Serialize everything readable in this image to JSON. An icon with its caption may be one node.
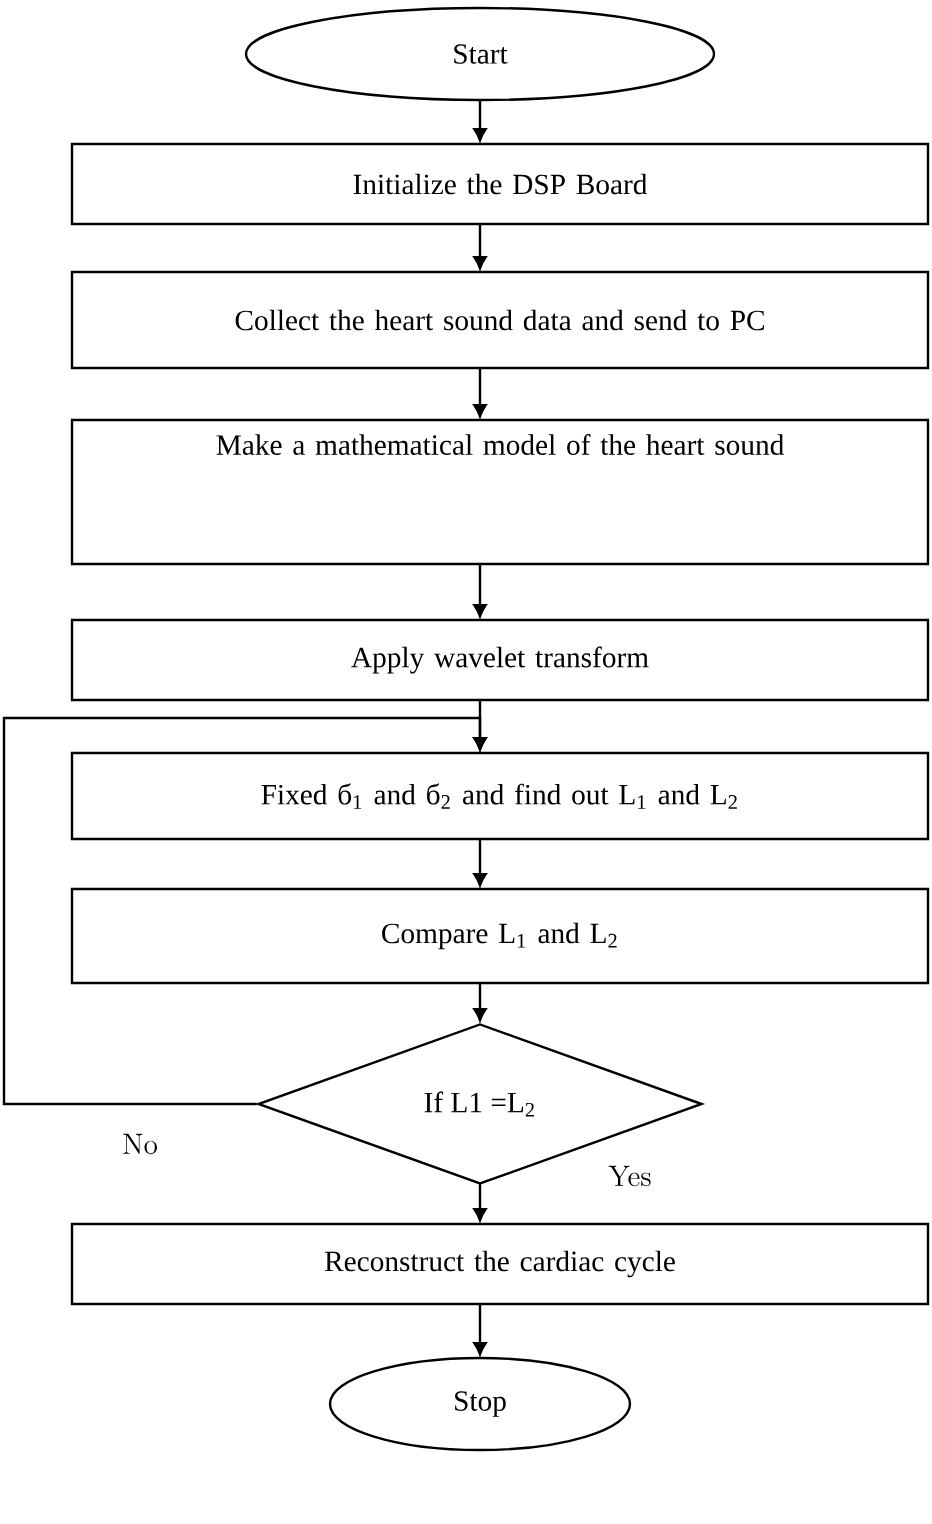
{
  "diagram": {
    "nodes": [
      {
        "text": [
          "Start"
        ]
      },
      {
        "text": [
          "Initialize the DSP Board"
        ]
      },
      {
        "text": [
          "Collect the heart sound data and send to PC"
        ]
      },
      {
        "text": [
          "Make a mathematical model of the heart sound"
        ]
      },
      {
        "text": [
          "Apply wavelet transform"
        ]
      },
      {
        "text": [
          "Fixed б$_{1}$ and б$_{2}$ and find out L$_{1}$ and L$_{2}$"
        ]
      },
      {
        "text": [
          "Compare L$_{1}$ and L$_{2}$"
        ]
      },
      {
        "text": [
          "If L1 =L$_{2}$"
        ]
      },
      {
        "text": [
          "Reconstruct the cardiac cycle"
        ]
      },
      {
        "text": [
          "Stop"
        ]
      }
    ],
    "edges": [
      {
        "from": 0,
        "to": 1,
        "arrow": "to"
      },
      {
        "from": 1,
        "to": 2,
        "arrow": "to"
      },
      {
        "from": 2,
        "to": 3,
        "arrow": "to"
      },
      {
        "from": 3,
        "to": 4,
        "arrow": "to"
      },
      {
        "from": 4,
        "to": 5,
        "arrow": "to"
      },
      {
        "from": 5,
        "to": 6,
        "arrow": "to"
      },
      {
        "from": 6,
        "to": 7,
        "arrow": "to"
      },
      {
        "from": 7,
        "to": 5,
        "arrow": "to",
        "label": "No"
      },
      {
        "from": 7,
        "to": 8,
        "arrow": "to",
        "label": "Yes"
      },
      {
        "from": 8,
        "to": 9,
        "arrow": "to"
      }
    ]
  }
}
